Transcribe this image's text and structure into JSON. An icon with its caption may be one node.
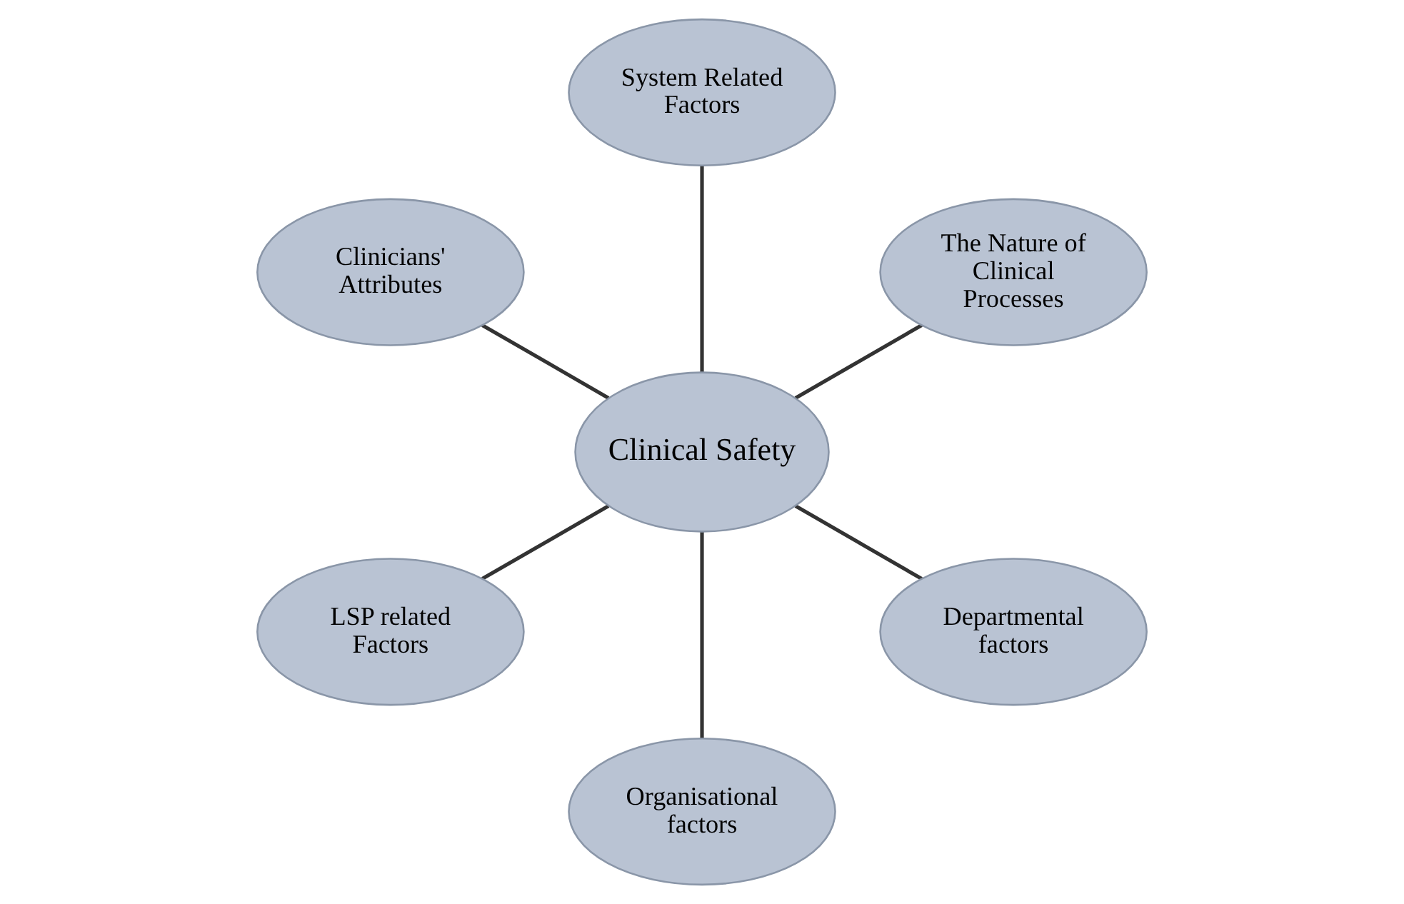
{
  "diagram": {
    "nodes": [
      {
        "text": [
          "The Nature of Clinical Processes"
        ]
      },
      {
        "text": [
          "System Related Factors"
        ]
      },
      {
        "text": [
          "Clinicians' Attributes"
        ]
      },
      {
        "text": [
          "Clinical Safety"
        ]
      },
      {
        "text": [
          "LSP related Factors"
        ]
      },
      {
        "text": [
          "Organisational factors"
        ]
      },
      {
        "text": [
          "Departmental factors"
        ]
      }
    ],
    "edges": [
      {
        "from": 3,
        "to": 0,
        "arrow": "none"
      },
      {
        "from": 3,
        "to": 1,
        "arrow": "none"
      },
      {
        "from": 3,
        "to": 2,
        "arrow": "none"
      },
      {
        "from": 3,
        "to": 4,
        "arrow": "none"
      },
      {
        "from": 3,
        "to": 5,
        "arrow": "none"
      },
      {
        "from": 3,
        "to": 6,
        "arrow": "none"
      }
    ]
  }
}
